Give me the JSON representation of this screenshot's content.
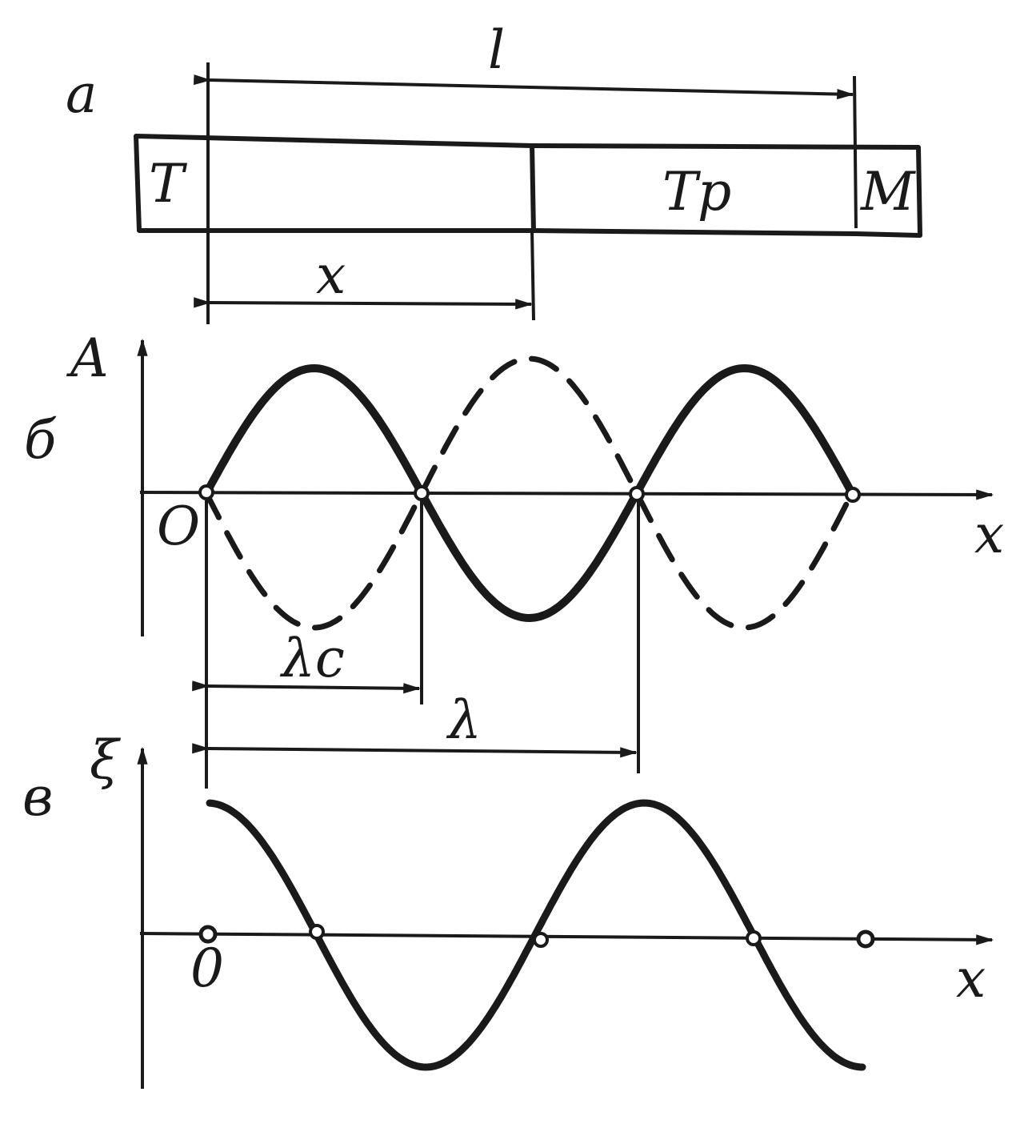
{
  "panel_a": {
    "panel_label": "а",
    "length_label": "l",
    "left_block": "Т",
    "middle_block": "Тр",
    "right_block": "М",
    "x_label": "x"
  },
  "panel_b": {
    "panel_label": "б",
    "y_axis": "A",
    "x_axis": "x",
    "origin": "O",
    "lambda_c": "λc",
    "lambda": "λ"
  },
  "panel_v": {
    "panel_label": "в",
    "y_axis": "ξ",
    "x_axis": "x",
    "origin": "0"
  },
  "colors": {
    "ink": "#1a1a1a",
    "paper": "#ffffff"
  }
}
